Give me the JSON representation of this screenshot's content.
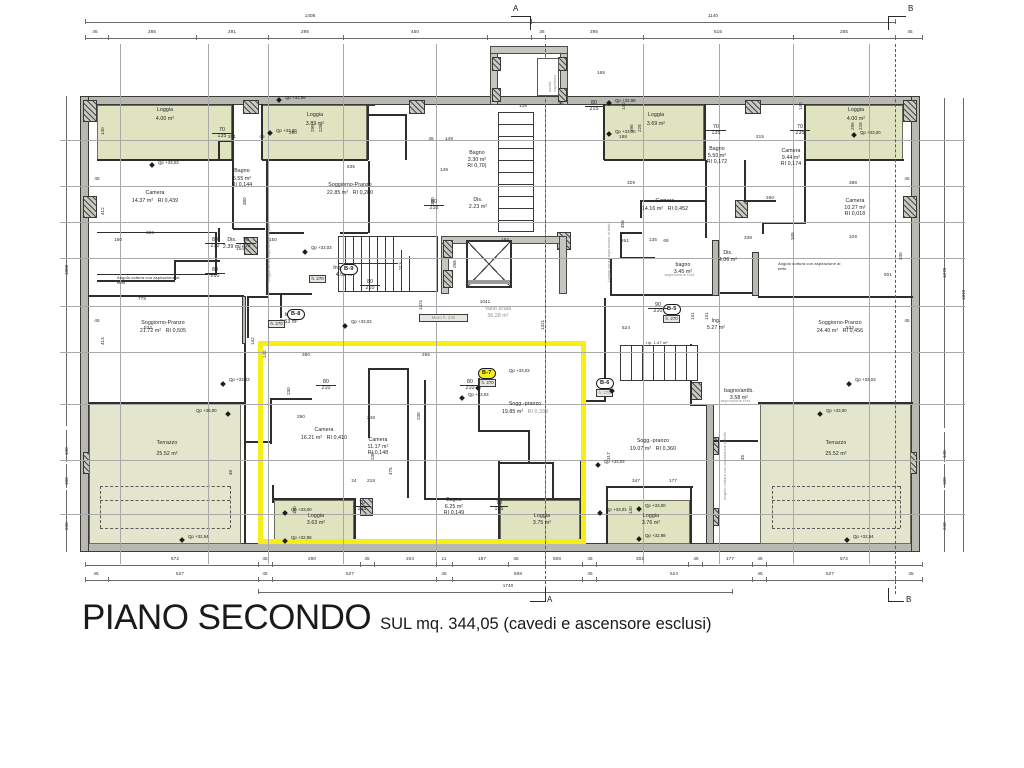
{
  "title": {
    "main": "PIANO SECONDO",
    "sub": "SUL  mq. 344,05  (cavedi e ascensore esclusi)"
  },
  "section_marks": {
    "a_top": "A",
    "b_top": "B",
    "a_bottom": "A",
    "b_bottom": "B"
  },
  "dimensions": {
    "top_overall_left": "1408",
    "top_overall_right": "1140",
    "top_chain": [
      "45",
      "285",
      "291",
      "295",
      "450",
      "36",
      "295",
      "515",
      "285",
      "45"
    ],
    "bottom_overall": "1740",
    "bottom_chain_upper": [
      "572",
      "45",
      "290",
      "45",
      "204",
      "11",
      "187",
      "45",
      "508",
      "45",
      "302",
      "45",
      "177",
      "45",
      "572"
    ],
    "bottom_chain_lower": [
      "45",
      "527",
      "45",
      "527",
      "45",
      "508",
      "45",
      "524",
      "45",
      "527",
      "45"
    ],
    "left_chain": [
      "1380",
      "130",
      "100",
      "240"
    ],
    "right_chain": [
      "1070",
      "148",
      "100",
      "240"
    ],
    "right_overall": "1310"
  },
  "rooms": [
    {
      "id": "loggia-tl",
      "name": "Loggia",
      "area": "4.00 m²",
      "ri": ""
    },
    {
      "id": "camera-tl",
      "name": "Camera",
      "area": "14.37 m²",
      "ri": "RI 0,439"
    },
    {
      "id": "bagno-tl",
      "name": "Bagno",
      "area": "6.55 m²",
      "ri": "RI  0,144"
    },
    {
      "id": "dis-tl",
      "name": "Dis.",
      "area": "2.39 m²",
      "ri": ""
    },
    {
      "id": "loggia-tc",
      "name": "Loggia",
      "area": "3.89 m²",
      "ri": ""
    },
    {
      "id": "soggiorno-tc",
      "name": "Soggiorno-Pranzo",
      "area": "22.85 m²",
      "ri": "RI 0,280"
    },
    {
      "id": "bagno-tc",
      "name": "Bagno",
      "area": "3.30 m²",
      "ri": "RI  0,70)"
    },
    {
      "id": "dis-tc",
      "name": "Dis.",
      "area": "2.23 m²",
      "ri": ""
    },
    {
      "id": "ingscala-tc",
      "name": "Ing.-scala",
      "area": "4.02 m²",
      "ri": ""
    },
    {
      "id": "loggia-tr1",
      "name": "Loggia",
      "area": "3.69 m²",
      "ri": ""
    },
    {
      "id": "bagno-tr1",
      "name": "Bagno",
      "area": "5.50 m²",
      "ri": "RI 0,172"
    },
    {
      "id": "camera-tr1",
      "name": "Camera",
      "area": "14.16 m²",
      "ri": "RI 0,452"
    },
    {
      "id": "camera-tr2",
      "name": "Camera",
      "area": "9.44 m²",
      "ri": "RI 0,174"
    },
    {
      "id": "bagno-tr2",
      "name": "bagno",
      "area": "3.45 m²",
      "ri": ""
    },
    {
      "id": "dis-tr",
      "name": "Dis.",
      "area": "4.06 m²",
      "ri": ""
    },
    {
      "id": "loggia-tr3",
      "name": "Loggia",
      "area": "4.00 m²",
      "ri": ""
    },
    {
      "id": "camera-tr3",
      "name": "Camera",
      "area": "10.27 m²",
      "ri": "RI 0,018"
    },
    {
      "id": "soggiorno-bl",
      "name": "Soggiorno-Pranzo",
      "area": "21.72 m²",
      "ri": "RI 0,505"
    },
    {
      "id": "terrazzo-bl",
      "name": "Terrazzo",
      "area": "25.52 m²",
      "ri": ""
    },
    {
      "id": "ing-bl",
      "name": "Ing.",
      "area": "3.53 m²",
      "ri": ""
    },
    {
      "id": "camera-bc1",
      "name": "Camera",
      "area": "16.21 m²",
      "ri": "RI 0,410"
    },
    {
      "id": "camera-bc2",
      "name": "Camera",
      "area": "11.17 m²",
      "ri": "RI 0,148"
    },
    {
      "id": "bagno-bc",
      "name": "Bagno",
      "area": "6.25 m²",
      "ri": "RI 0,149"
    },
    {
      "id": "loggia-bc1",
      "name": "Loggia",
      "area": "3.63 m²",
      "ri": ""
    },
    {
      "id": "loggia-bc2",
      "name": "Loggia",
      "area": "3.75 m²",
      "ri": ""
    },
    {
      "id": "sogg-bc",
      "name": "Sogg.-pranzo",
      "area": "19.85 m²",
      "ri": "RI 0,333"
    },
    {
      "id": "ing-br",
      "name": "Ing.",
      "area": "5.27 m²",
      "ri": ""
    },
    {
      "id": "bagno-br",
      "name": "bagno/antib.",
      "area": "3.58 m²",
      "ri": ""
    },
    {
      "id": "sogg-br",
      "name": "Sogg.-pranzo",
      "area": "19.07 m²",
      "ri": "RI 0,360"
    },
    {
      "id": "loggia-br",
      "name": "Loggia",
      "area": "3.76 m²",
      "ri": ""
    },
    {
      "id": "soggiorno-tr",
      "name": "Soggiorno-Pranzo",
      "area": "24.40 m²",
      "ri": "RI 0,456"
    },
    {
      "id": "terrazzo-br",
      "name": "Terrazzo",
      "area": "25.52 m²",
      "ri": ""
    },
    {
      "id": "vano-scala",
      "name": "Vano scala",
      "area": "36.28 m²",
      "ri": ""
    }
  ],
  "unit_badges": [
    {
      "code": "B-9",
      "height": "h. 270"
    },
    {
      "code": "B-8",
      "height": "h. 270"
    },
    {
      "code": "B-7",
      "height": "h. 270"
    },
    {
      "code": "B-6",
      "height": "h. 270"
    },
    {
      "code": "B-5",
      "height": "h. 270"
    }
  ],
  "level_marks": {
    "qp_3303": "Qp +33,03",
    "qp_3300": "Qp +33,00",
    "qp_3298": "Qp +32,98",
    "qp_3294": "Qp +32,94",
    "qp_3500": "Qp +35,00"
  },
  "notes": {
    "angolo_cottura": "Angolo cottura con aspirazione al tetto",
    "loggia_note": "Loggia senza aspirazione al tetto",
    "aspirazione_forzata": "aspirazione forz.",
    "muro_h": "Muro h. 240",
    "rip": "rip. 1.47 m²"
  },
  "door_dims": [
    "80\n210",
    "70\n135",
    "70\n235",
    "90\n210",
    "80\n215",
    "70\n130",
    "60\n210"
  ],
  "misc_dims": [
    "140",
    "45",
    "201",
    "290",
    "149",
    "635",
    "296",
    "228",
    "329",
    "188",
    "215",
    "360",
    "250",
    "268",
    "501",
    "368",
    "412",
    "778",
    "532",
    "473",
    "295",
    "230",
    "380",
    "266",
    "248",
    "475",
    "219",
    "290",
    "524",
    "317",
    "177",
    "347",
    "572",
    "527",
    "45",
    "40",
    "135",
    "150",
    "154",
    "210",
    "171",
    "1041",
    "1071",
    "1421",
    "149",
    "220",
    "128",
    "102",
    "100",
    "240",
    "148",
    "1310",
    "1070",
    "1380"
  ],
  "colors": {
    "highlight": "#f5ef17",
    "loggia_fill": "#dfe3c0",
    "terrazzo_fill": "#e3e6cd",
    "wall_fill": "#b9b9b1",
    "line": "#2e2e2c"
  }
}
